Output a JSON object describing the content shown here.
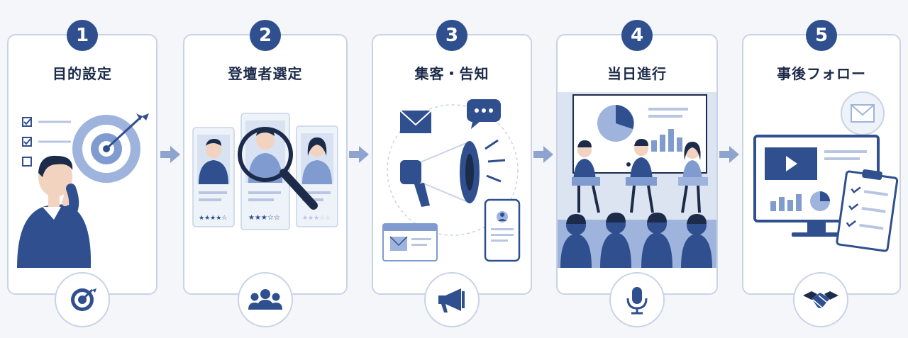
{
  "steps": [
    {
      "number": "1",
      "title": "目的設定",
      "icon": "target-icon"
    },
    {
      "number": "2",
      "title": "登壇者選定",
      "icon": "people-group-icon"
    },
    {
      "number": "3",
      "title": "集客・告知",
      "icon": "megaphone-icon"
    },
    {
      "number": "4",
      "title": "当日進行",
      "icon": "microphone-icon"
    },
    {
      "number": "5",
      "title": "事後フォロー",
      "icon": "handshake-icon"
    }
  ],
  "colors": {
    "primary": "#2f4f8f",
    "accent": "#7f9bd0",
    "border": "#c9d3e6",
    "background": "#f4f6fa"
  }
}
